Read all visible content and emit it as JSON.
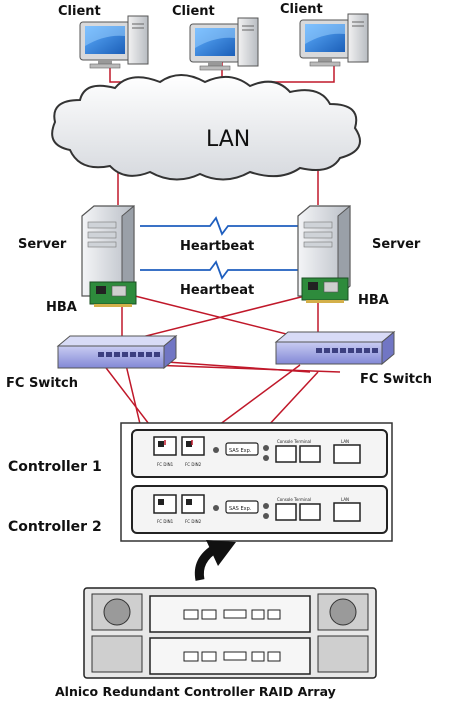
{
  "clients": {
    "client1_label": "Client",
    "client2_label": "Client",
    "client3_label": "Client"
  },
  "network": {
    "lan_label": "LAN"
  },
  "servers": {
    "left_label": "Server",
    "right_label": "Server",
    "heartbeat_top_label": "Heartbeat",
    "heartbeat_bottom_label": "Heartbeat",
    "hba_left_label": "HBA",
    "hba_right_label": "HBA"
  },
  "switches": {
    "left_label": "FC Switch",
    "right_label": "FC Switch"
  },
  "controllers": {
    "controller1_label": "Controller 1",
    "controller2_label": "Controller 2",
    "port_label_1": "FC DIN1",
    "port_label_2": "FC DIN2",
    "sas_label": "SAS Exp.",
    "console_label": "Console Terminal",
    "lan_port_label": "LAN"
  },
  "array": {
    "caption": "Alnico Redundant Controller RAID Array"
  },
  "colors": {
    "link_red": "#c0182a",
    "heartbeat_blue": "#1f5fbf",
    "hba_green": "#2e8b3c",
    "switch_purple": "#9a9fe0"
  }
}
